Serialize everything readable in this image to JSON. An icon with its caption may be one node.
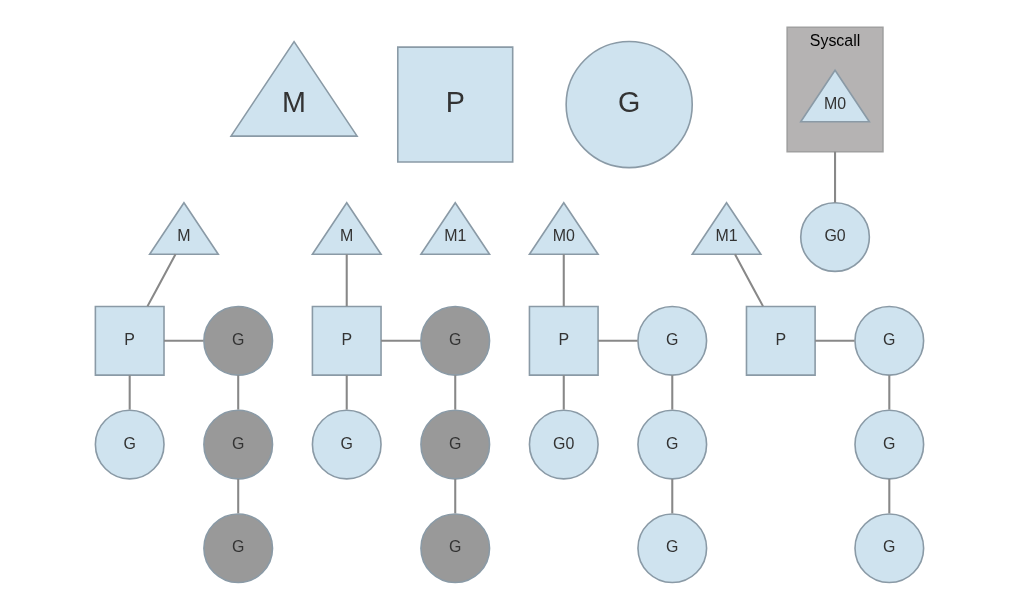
{
  "diagram": {
    "nodes": [
      {
        "text": [
          "M"
        ]
      },
      {
        "text": [
          "P"
        ]
      },
      {
        "text": [
          "G"
        ]
      },
      {
        "text": [
          "M"
        ]
      },
      {
        "text": [
          "P"
        ]
      },
      {
        "text": [
          "G"
        ]
      },
      {
        "text": [
          "G"
        ]
      },
      {
        "text": [
          "G"
        ]
      },
      {
        "text": [
          "G"
        ]
      },
      {
        "text": [
          "M"
        ]
      },
      {
        "text": [
          "P"
        ]
      },
      {
        "text": [
          "G"
        ]
      },
      {
        "text": [
          "G"
        ]
      },
      {
        "text": [
          "G"
        ]
      },
      {
        "text": [
          "G"
        ]
      },
      {
        "text": [
          "M1"
        ]
      },
      {
        "text": [
          "M0"
        ]
      },
      {
        "text": [
          "P"
        ]
      },
      {
        "text": [
          "G"
        ]
      },
      {
        "text": [
          "G0"
        ]
      },
      {
        "text": [
          "G"
        ]
      },
      {
        "text": [
          "G"
        ]
      },
      {
        "text": [
          "M1"
        ]
      },
      {
        "text": [
          "P"
        ]
      },
      {
        "text": [
          "G"
        ]
      },
      {
        "text": [
          "G"
        ]
      },
      {
        "text": [
          "G"
        ]
      },
      {
        "text": [
          "Syscall"
        ]
      },
      {
        "text": [
          "M0"
        ],
        "in": 27
      },
      {
        "text": [
          "G0"
        ]
      }
    ],
    "edges": [
      {
        "from": 3,
        "to": 4,
        "arrow": "none"
      },
      {
        "from": 4,
        "to": 5,
        "arrow": "none"
      },
      {
        "from": 4,
        "to": 6,
        "arrow": "none"
      },
      {
        "from": 6,
        "to": 7,
        "arrow": "none"
      },
      {
        "from": 7,
        "to": 8,
        "arrow": "none"
      },
      {
        "from": 9,
        "to": 10,
        "arrow": "none"
      },
      {
        "from": 10,
        "to": 11,
        "arrow": "none"
      },
      {
        "from": 10,
        "to": 12,
        "arrow": "none"
      },
      {
        "from": 12,
        "to": 13,
        "arrow": "none"
      },
      {
        "from": 13,
        "to": 14,
        "arrow": "none"
      },
      {
        "from": 16,
        "to": 17,
        "arrow": "none"
      },
      {
        "from": 17,
        "to": 18,
        "arrow": "none"
      },
      {
        "from": 17,
        "to": 19,
        "arrow": "none"
      },
      {
        "from": 18,
        "to": 20,
        "arrow": "none"
      },
      {
        "from": 20,
        "to": 21,
        "arrow": "none"
      },
      {
        "from": 22,
        "to": 23,
        "arrow": "none"
      },
      {
        "from": 23,
        "to": 24,
        "arrow": "none"
      },
      {
        "from": 24,
        "to": 25,
        "arrow": "none"
      },
      {
        "from": 25,
        "to": 26,
        "arrow": "none"
      },
      {
        "from": 27,
        "to": 29,
        "arrow": "none"
      }
    ]
  }
}
